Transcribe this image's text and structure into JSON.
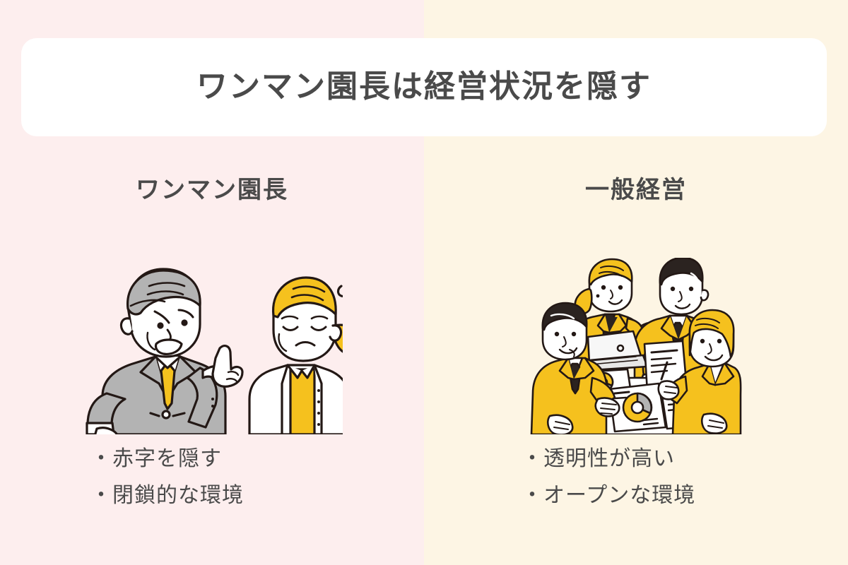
{
  "title": {
    "text": "ワンマン園長は経営状況を隠す"
  },
  "colors": {
    "left_background": "#FDEEEE",
    "right_background": "#FDF5E4",
    "card_background": "#FFFFFF",
    "text": "#4A4A4A",
    "accent_yellow": "#F5C11E",
    "suit_gray": "#B3B3B3",
    "hair_dark": "#2B2320"
  },
  "columns": [
    {
      "id": "one-man-director",
      "heading": "ワンマン園長",
      "illustration": "angry-director-and-upset-staff",
      "bullets": [
        "・赤字を隠す",
        "・閉鎖的な環境"
      ]
    },
    {
      "id": "general-management",
      "heading": "一般経営",
      "illustration": "team-meeting-with-charts",
      "bullets": [
        "・透明性が高い",
        "・オープンな環境"
      ]
    }
  ]
}
